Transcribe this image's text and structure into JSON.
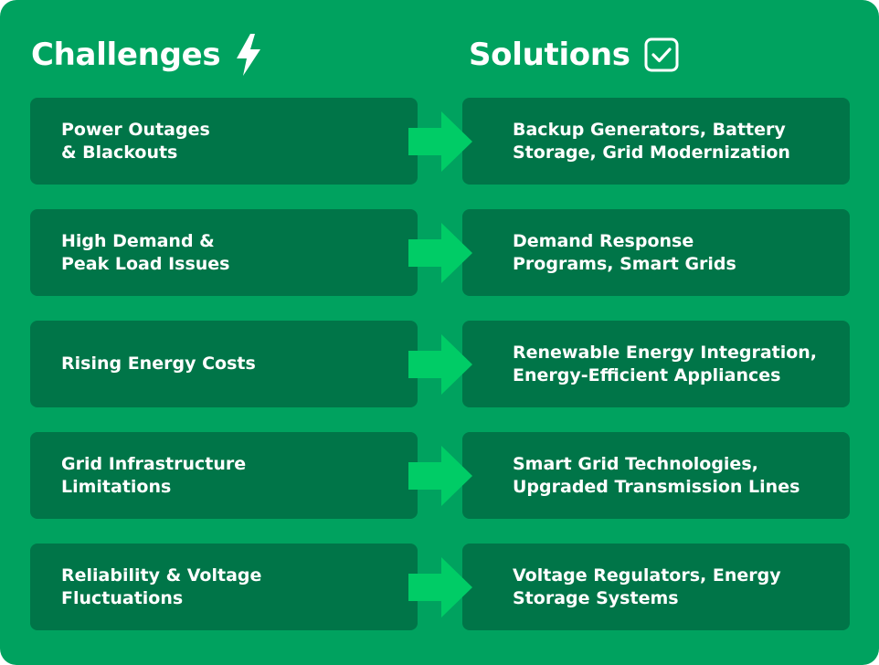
{
  "headings": {
    "challenges": "Challenges",
    "challenges_icon": "lightning-bolt-icon",
    "solutions": "Solutions",
    "solutions_icon": "checkbox-icon"
  },
  "colors": {
    "background": "#00a25f",
    "card": "#007548",
    "arrow": "#00cc66",
    "text": "#ffffff"
  },
  "rows": [
    {
      "challenge": "Power Outages\n& Blackouts",
      "solution": "Backup Generators, Battery\nStorage, Grid Modernization"
    },
    {
      "challenge": "High Demand &\nPeak Load Issues",
      "solution": "Demand Response\nPrograms, Smart Grids"
    },
    {
      "challenge": "Rising Energy Costs",
      "solution": "Renewable Energy Integration,\nEnergy-Efficient Appliances"
    },
    {
      "challenge": "Grid Infrastructure\nLimitations",
      "solution": "Smart Grid Technologies,\nUpgraded Transmission Lines"
    },
    {
      "challenge": "Reliability & Voltage\nFluctuations",
      "solution": "Voltage Regulators, Energy\nStorage Systems"
    }
  ]
}
